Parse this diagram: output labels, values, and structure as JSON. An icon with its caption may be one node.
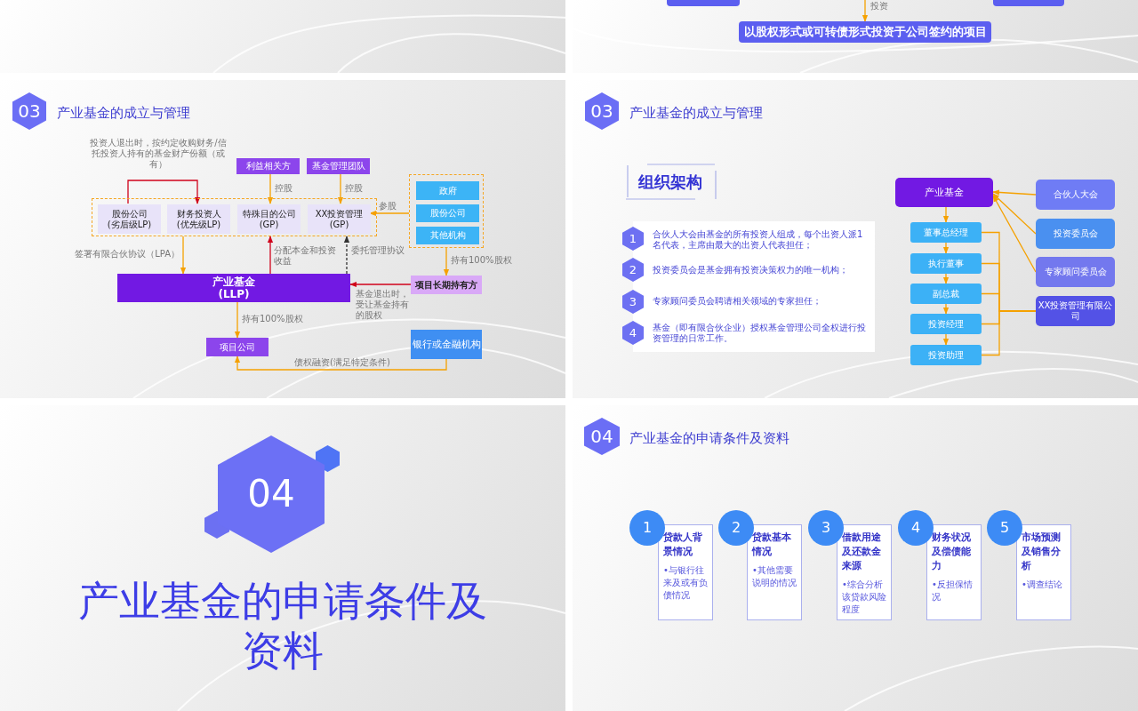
{
  "diagram": {
    "nodes": [
      {
        "text": [],
        "shape": "box"
      },
      {
        "text": [],
        "shape": "box"
      },
      {
        "text": [
          "以股权形式或可转债形式投资于公司签约的项目"
        ]
      },
      {
        "text": [
          "03"
        ]
      },
      {
        "text": [],
        "shape": "box"
      },
      {
        "text": [
          "股份公司",
          "(劣后级LP)"
        ],
        "in": 4
      },
      {
        "text": [
          "财务投资人",
          "(优先级LP)"
        ],
        "in": 4
      },
      {
        "text": [
          "特殊目的公司",
          "(GP)"
        ],
        "in": 4
      },
      {
        "text": [
          "XX投资管理",
          "(GP)"
        ],
        "in": 4
      },
      {
        "text": [
          "利益相关方"
        ]
      },
      {
        "text": [
          "基金管理团队"
        ]
      },
      {
        "text": [],
        "shape": "box"
      },
      {
        "text": [
          "政府"
        ],
        "in": 11
      },
      {
        "text": [
          "股份公司"
        ],
        "in": 11
      },
      {
        "text": [
          "其他机构"
        ],
        "in": 11
      },
      {
        "text": [
          "产业基金",
          "(LLP)"
        ]
      },
      {
        "text": [
          "项目长期持有方"
        ]
      },
      {
        "text": [
          "项目公司"
        ]
      },
      {
        "text": [
          "银行或金融机构"
        ]
      },
      {
        "text": [
          "03"
        ]
      },
      {
        "text": [
          "1"
        ],
        "beside": [
          "合伙人大会由基金的所有投资人组成，每个出资人派1名代表，主席由最大的出资人代表担任；"
        ]
      },
      {
        "text": [
          "2"
        ],
        "beside": [
          "投资委员会是基金拥有投资决策权力的唯一机构；"
        ]
      },
      {
        "text": [
          "3"
        ],
        "beside": [
          "专家顾问委员会聘请相关领域的专家担任；"
        ]
      },
      {
        "text": [
          "4"
        ],
        "beside": [
          "基金（即有限合伙企业）授权基金管理公司全权进行投资管理的日常工作。"
        ]
      },
      {
        "text": [
          "产业基金"
        ]
      },
      {
        "text": [
          "董事总经理"
        ]
      },
      {
        "text": [
          "执行董事"
        ]
      },
      {
        "text": [
          "副总裁"
        ]
      },
      {
        "text": [
          "投资经理"
        ]
      },
      {
        "text": [
          "投资助理"
        ]
      },
      {
        "text": [
          "合伙人大会"
        ]
      },
      {
        "text": [
          "投资委员会"
        ]
      },
      {
        "text": [
          "专家顾问委员会"
        ]
      },
      {
        "text": [
          "XX投资管理有限公司"
        ]
      },
      {
        "text": [
          "04"
        ]
      },
      {
        "text": [
          "04"
        ]
      },
      {
        "text": [
          "1"
        ]
      },
      {
        "text": [
          "贷款人背景情况",
          "•与银行往来及或有负债情况"
        ]
      },
      {
        "text": [
          "2"
        ]
      },
      {
        "text": [
          "贷款基本情况",
          "•其他需要说明的情况"
        ]
      },
      {
        "text": [
          "3"
        ]
      },
      {
        "text": [
          "借款用途及还款金来源",
          "•综合分析该贷款风险程度"
        ]
      },
      {
        "text": [
          "4"
        ]
      },
      {
        "text": [
          "财务状况及偿债能力",
          "•反担保情况"
        ]
      },
      {
        "text": [
          "5"
        ]
      },
      {
        "text": [
          "市场预测及销售分析",
          "•调查结论"
        ]
      }
    ],
    "edges": [
      {
        "from": null,
        "to": 2,
        "arrow": "to",
        "label": "投资"
      },
      {
        "from": 9,
        "to": 7,
        "arrow": "to",
        "label": "控股"
      },
      {
        "from": 10,
        "to": 8,
        "arrow": "to",
        "label": "控股"
      },
      {
        "from": 11,
        "to": 8,
        "arrow": "to",
        "label": "参股"
      },
      {
        "from": 5,
        "to": 6,
        "arrow": "to",
        "label": "投资人退出时，按约定收购财务/信托投资人持有的基金财产份额（或有）",
        "color": "#d0021b"
      },
      {
        "from": 4,
        "to": 15,
        "arrow": "to",
        "label": "签署有限合伙协议（LPA）"
      },
      {
        "from": 15,
        "to": 4,
        "arrow": "to",
        "label": "分配本金和投资收益",
        "color": "#d0021b"
      },
      {
        "from": 15,
        "to": 4,
        "arrow": "to",
        "label": "委托管理协议",
        "style": "dashed",
        "color": "#333333"
      },
      {
        "from": 11,
        "to": 16,
        "arrow": "to",
        "label": "持有100%股权"
      },
      {
        "from": 16,
        "to": 15,
        "arrow": "to",
        "label": "基金退出时，受让基金持有的股权",
        "color": "#d0021b"
      },
      {
        "from": 15,
        "to": 17,
        "arrow": "to",
        "label": "持有100%股权"
      },
      {
        "from": 18,
        "to": 17,
        "arrow": "to",
        "label": "债权融资(满足特定条件)"
      },
      {
        "from": 24,
        "to": 25,
        "arrow": "to"
      },
      {
        "from": 25,
        "to": 26,
        "arrow": "to"
      },
      {
        "from": 26,
        "to": 27,
        "arrow": "to"
      },
      {
        "from": 27,
        "to": 28,
        "arrow": "to"
      },
      {
        "from": 28,
        "to": 29,
        "arrow": "to"
      },
      {
        "from": 30,
        "to": 24,
        "arrow": "to"
      },
      {
        "from": 31,
        "to": 24,
        "arrow": "to"
      },
      {
        "from": 32,
        "to": 24,
        "arrow": "to"
      },
      {
        "from": 25,
        "to": 33,
        "arrow": "none"
      },
      {
        "from": 26,
        "to": 33,
        "arrow": "none"
      },
      {
        "from": 27,
        "to": 33,
        "arrow": "none"
      },
      {
        "from": 28,
        "to": 33,
        "arrow": "none"
      },
      {
        "from": 29,
        "to": 33,
        "arrow": "none"
      }
    ],
    "labels": [
      "产业基金的成立与管理",
      "产业基金的成立与管理",
      "组织架构",
      "产业基金的申请条件及资料",
      "产业基金的申请条件及资料"
    ]
  }
}
